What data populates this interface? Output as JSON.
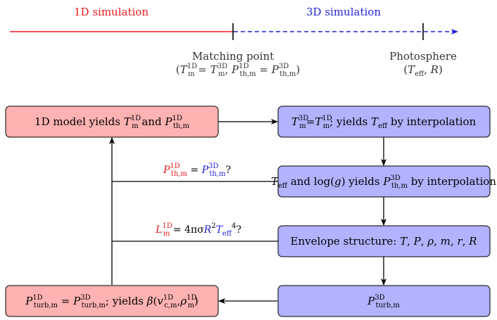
{
  "timeline": {
    "sim_1d_label": "1D simulation",
    "sim_3d_label": "3D simulation",
    "colors": {
      "sim_1d": "#e8191f",
      "sim_3d": "#2222dd"
    },
    "matching": {
      "title": "Matching point",
      "open": "(",
      "t_sym": "T",
      "t_sub": "m",
      "sup_1d": "1D",
      "sup_3d": "3D",
      "eq": " = ",
      "comma": ", ",
      "p_sym": "P",
      "p_sub": "th,m",
      "close": ")"
    },
    "photosphere": {
      "title": "Photosphere",
      "open": "(",
      "t_sym": "T",
      "t_sub": "eff",
      "comma": ", ",
      "r_sym": "R",
      "close": ")"
    }
  },
  "boxes": {
    "b1": {
      "pre": "1D model yields ",
      "T": "T",
      "T_sub": "m",
      "T_sup": "1D",
      "and": " and ",
      "P": "P",
      "P_sub": "th,m",
      "P_sup": "1D"
    },
    "b2": {
      "T1": "T",
      "T1_sub": "m",
      "T1_sup": "3D",
      "eq": "=",
      "T2": "T",
      "T2_sub": "m",
      "T2_sup": "1D",
      "mid": "; yields ",
      "T3": "T",
      "T3_sub": "eff",
      "post": " by interpolation"
    },
    "b3": {
      "T": "T",
      "T_sub": "eff",
      "mid": " and log(",
      "g": "g",
      "mid2": ") yields ",
      "P": "P",
      "P_sub": "th,m",
      "P_sup": "3D",
      "post": " by interpolation"
    },
    "b4": {
      "pre": "Envelope structure: ",
      "vars": [
        "T",
        "P",
        "ρ",
        "m",
        "r",
        "R"
      ],
      "sep": ", "
    },
    "b5": {
      "P": "P",
      "P_sub": "turb,m",
      "P_sup": "3D"
    },
    "b6": {
      "P1": "P",
      "P1_sub": "turb,m",
      "P1_sup": "1D",
      "eq": " = ",
      "P2": "P",
      "P2_sub": "turb,m",
      "P2_sup": "3D",
      "mid": "; yields ",
      "beta": "β",
      "open": "(",
      "v": "v",
      "v_sub": "c,m",
      "v_sup": "1D",
      "comma": ",",
      "rho": "ρ",
      "rho_sub": "m",
      "rho_sup": "1D",
      "close": ")"
    }
  },
  "conditions": {
    "c1": {
      "P1": "P",
      "P1_sub": "th,m",
      "P1_sup": "1D",
      "eq": " = ",
      "P2": "P",
      "P2_sub": "th,m",
      "P2_sup": "3D",
      "q": "?"
    },
    "c2": {
      "L": "L",
      "L_sub": "m",
      "L_sup": "1D",
      "eq": " = 4πσ",
      "R": "R",
      "R_sup": "2",
      "T": "T",
      "T_sub": "eff",
      "T_sup": "4",
      "q": "?"
    }
  },
  "colors": {
    "box_1d_fill": "#ffb2b2",
    "box_3d_fill": "#b2b2ff",
    "red": "#e8191f",
    "blue": "#2222dd"
  }
}
